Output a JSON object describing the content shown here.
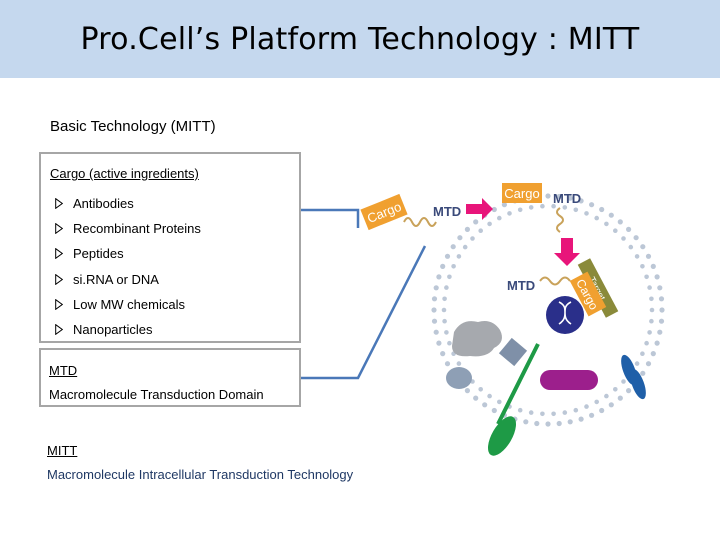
{
  "header": {
    "title": "Pro.Cell’s Platform Technology : MITT"
  },
  "section": {
    "heading": "Basic Technology (MITT)"
  },
  "cargo_box": {
    "heading": "Cargo (active ingredients)",
    "items": [
      {
        "label": "Antibodies"
      },
      {
        "label": "Recombinant Proteins"
      },
      {
        "label": "Peptides"
      },
      {
        "label": "si.RNA or DNA"
      },
      {
        "label": "Low MW chemicals"
      },
      {
        "label": "Nanoparticles"
      }
    ]
  },
  "mtd_box": {
    "heading": "MTD",
    "description": "Macromolecule Transduction Domain"
  },
  "mitt": {
    "heading": "MITT",
    "description": "Macromolecule Intracellular Transduction Technology"
  },
  "illustration": {
    "label_cargo": "Cargo",
    "label_mtd": "MTD",
    "label_target": "Target",
    "colors": {
      "cargo": "#f0a030",
      "mtd_text": "#3a4a7a",
      "arrow": "#e8157a",
      "target": "#8a8a3a",
      "connector": "#4a78b8",
      "membrane": "#bcc7d6"
    }
  }
}
